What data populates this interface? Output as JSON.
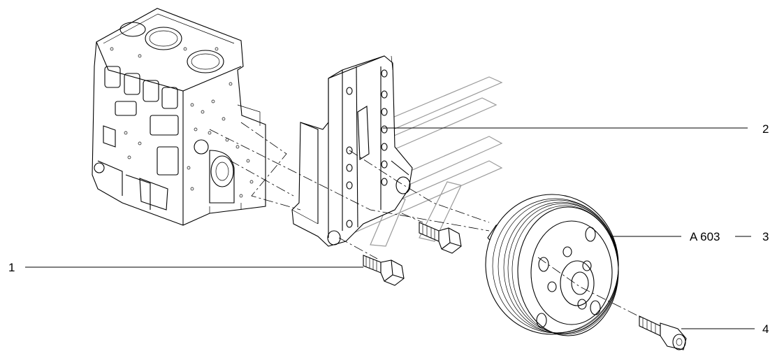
{
  "callouts": [
    {
      "number": "1",
      "part": "bracket-bolt"
    },
    {
      "number": "2",
      "part": "support-bracket"
    },
    {
      "number": "3",
      "part": "water-pump-pulley",
      "reference": "A 603"
    },
    {
      "number": "4",
      "part": "pulley-bolt"
    }
  ],
  "colors": {
    "line": "#000000",
    "watermark": "#9a9a9a",
    "background": "#ffffff"
  }
}
